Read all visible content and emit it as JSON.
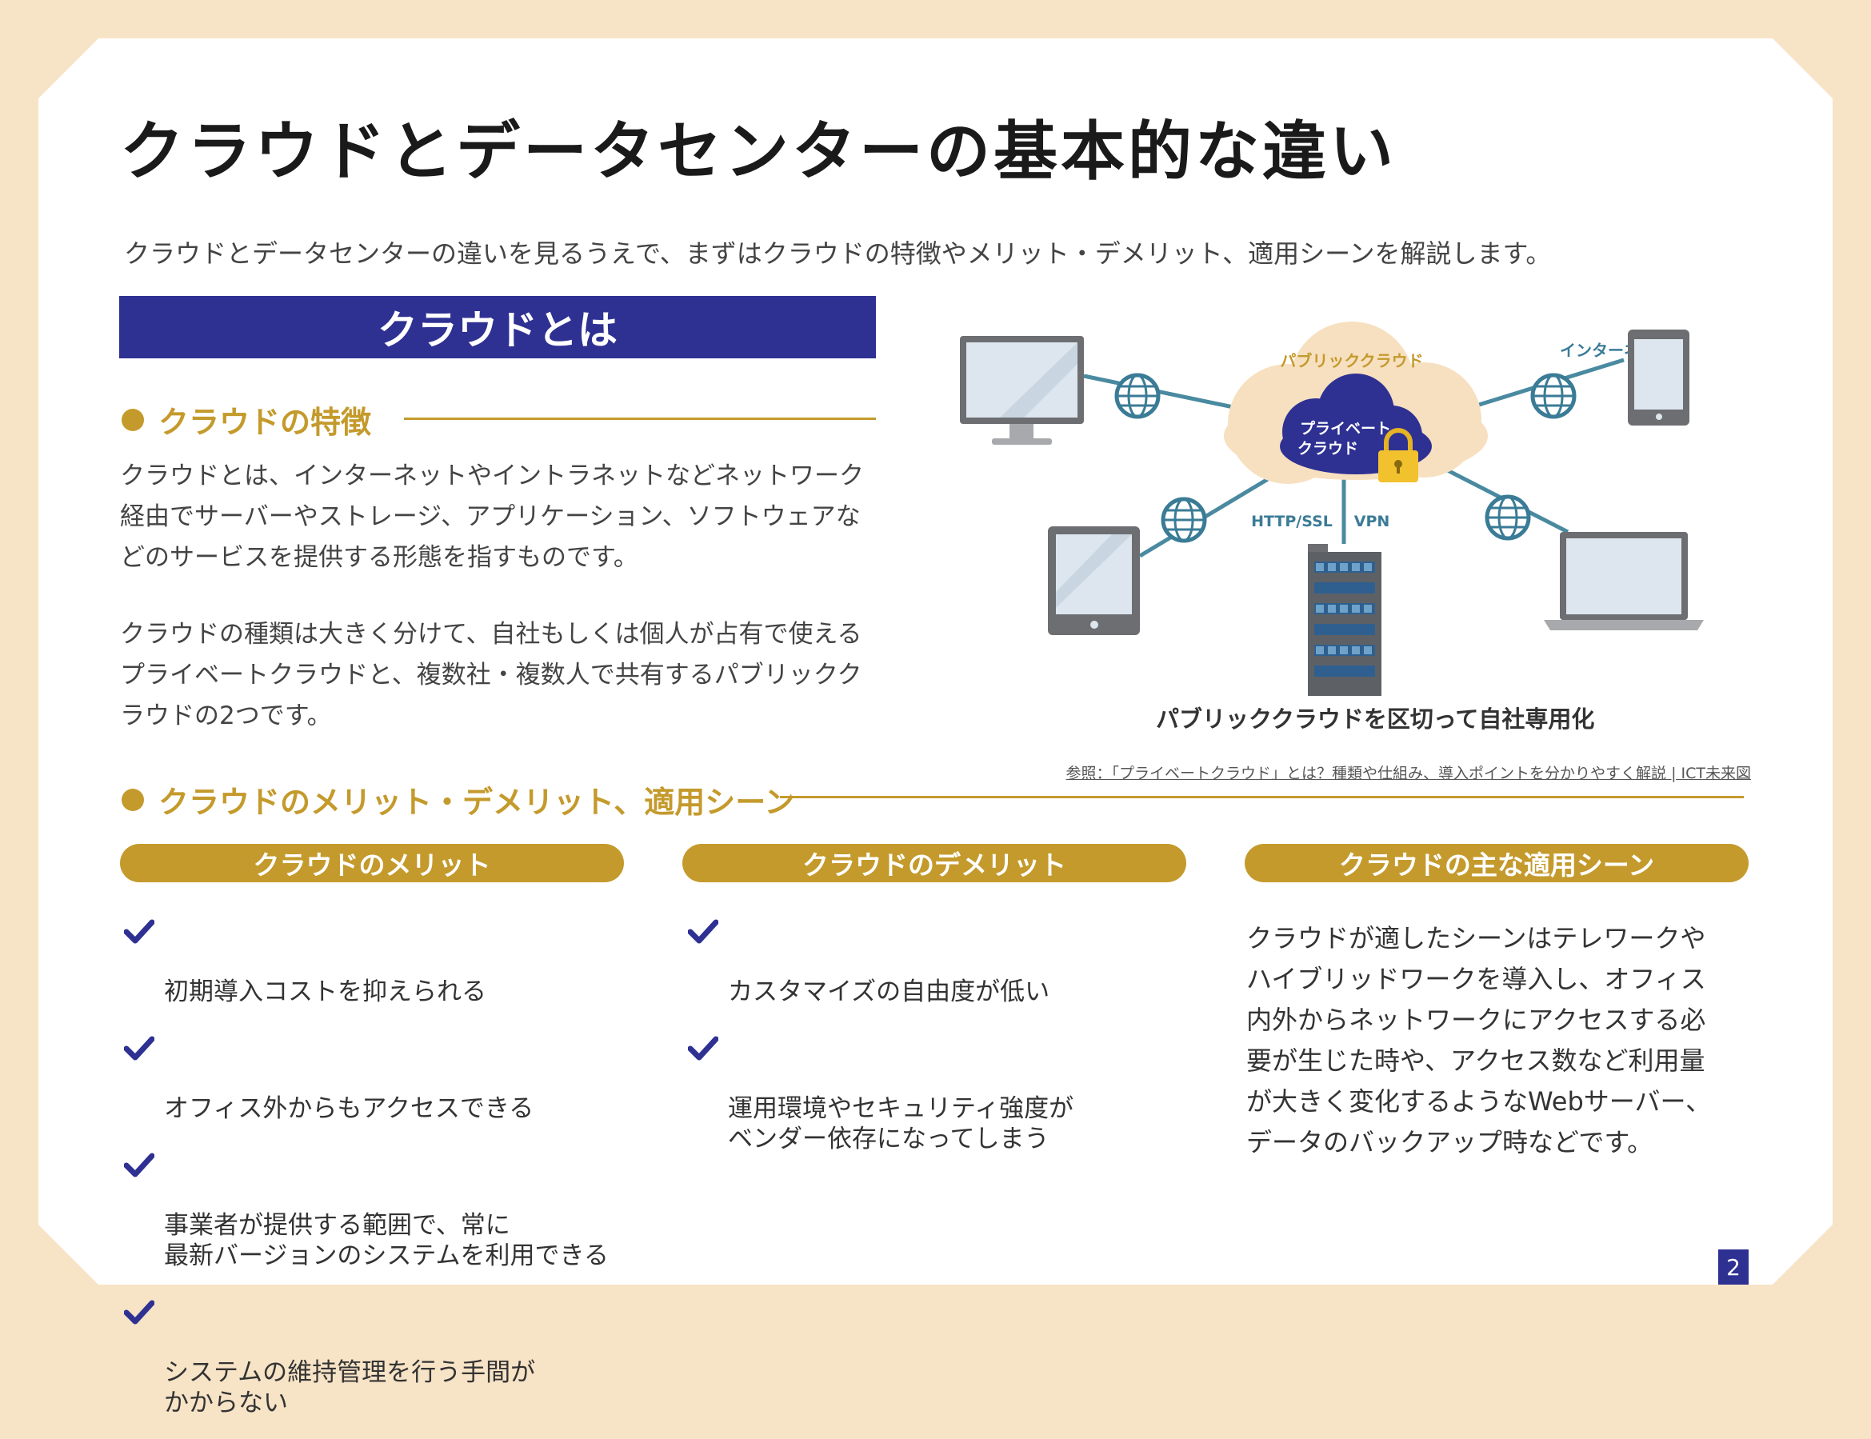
{
  "title": "クラウドとデータセンターの基本的な違い",
  "intro": "クラウドとデータセンターの違いを見るうえで、まずはクラウドの特徴やメリット・デメリット、適用シーンを解説します。",
  "section_title": "クラウドとは",
  "features": {
    "heading": "クラウドの特徴",
    "paragraph1": "クラウドとは、インターネットやイントラネットなどネットワーク経由でサーバーやストレージ、アプリケーション、ソフトウェアなどのサービスを提供する形態を指すものです。",
    "paragraph2": "クラウドの種類は大きく分けて、自社もしくは個人が占有で使えるプライベートクラウドと、複数社・複数人で共有するパブリッククラウドの2つです。"
  },
  "diagram": {
    "public_cloud": "パブリッククラウド",
    "private_cloud_line1": "プライベート",
    "private_cloud_line2": "クラウド",
    "internet": "インターネット",
    "http_ssl": "HTTP/SSL",
    "vpn": "VPN",
    "caption": "パブリッククラウドを区切って自社専用化",
    "reference": "参照：「プライベートクラウド」とは？種類や仕組み、導入ポイントを分かりやすく解説 | ICT未来図"
  },
  "merits_section": {
    "heading": "クラウドのメリット・デメリット、適用シーン",
    "merit_title": "クラウドのメリット",
    "merits": [
      "初期導入コストを抑えられる",
      "オフィス外からもアクセスできる",
      "事業者が提供する範囲で、常に\n最新バージョンのシステムを利用できる",
      "システムの維持管理を行う手間が\nかからない"
    ],
    "demerit_title": "クラウドのデメリット",
    "demerits": [
      "カスタマイズの自由度が低い",
      "運用環境やセキュリティ強度が\nベンダー依存になってしまう"
    ],
    "scene_title": "クラウドの主な適用シーン",
    "scene_text": "クラウドが適したシーンはテレワークやハイブリッドワークを導入し、オフィス内外からネットワークにアクセスする必要が生じた時や、アクセス数など利用量が大きく変化するようなWebサーバー、データのバックアップ時などです。"
  },
  "page_number": "2",
  "colors": {
    "navy": "#2e3192",
    "gold": "#c49a2c",
    "page_bg": "#f7e3c6",
    "teal_line": "#4a8aa0"
  },
  "icons": [
    "monitor-icon",
    "tablet-icon",
    "smartphone-icon",
    "laptop-icon",
    "globe-icon",
    "lock-icon",
    "building-icon",
    "check-icon"
  ]
}
